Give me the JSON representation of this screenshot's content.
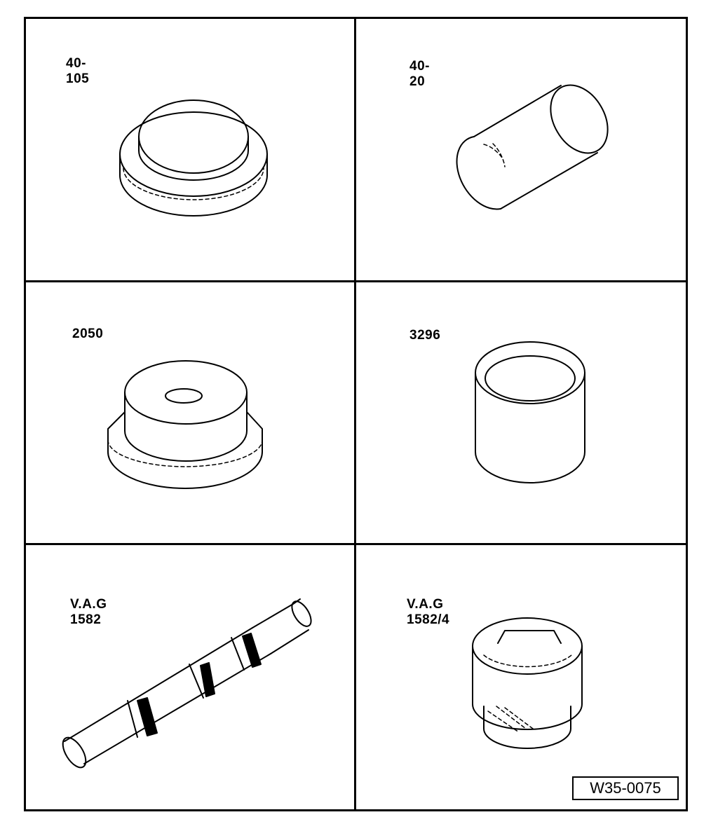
{
  "tools": [
    {
      "part_number": "40-105"
    },
    {
      "part_number": "40-20"
    },
    {
      "part_number": "2050"
    },
    {
      "part_number": "3296"
    },
    {
      "part_number": "V.A.G 1582"
    },
    {
      "part_number": "V.A.G 1582/4"
    }
  ],
  "figure_ref": "W35-0075"
}
